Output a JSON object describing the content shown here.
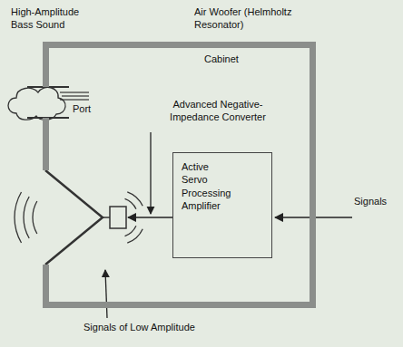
{
  "diagram": {
    "nodes": [
      {
        "text": [
          "Cabinet"
        ]
      },
      {
        "text": [
          "Active Servo Processing Amplifier"
        ],
        "in": 0
      }
    ],
    "labels": [
      "High-Amplitude Bass Sound",
      "Air Woofer (Helmholtz Resonator)",
      "Port",
      "Advanced Negative-Impedance Converter",
      "Signals",
      "Signals of Low Amplitude"
    ]
  }
}
